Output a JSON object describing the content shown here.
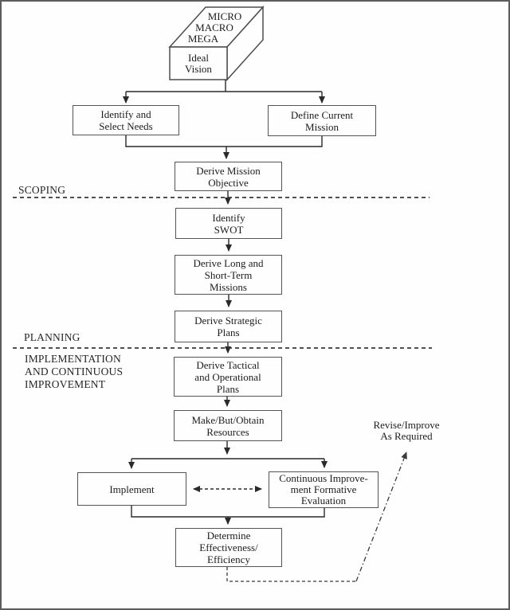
{
  "cube": {
    "top_labels": [
      "MICRO",
      "MACRO",
      "MEGA"
    ],
    "front_labels": [
      "Ideal",
      "Vision"
    ]
  },
  "sections": {
    "scoping": "SCOPING",
    "planning": "PLANNING",
    "implementation_lines": [
      "IMPLEMENTATION",
      "AND CONTINUOUS",
      "IMPROVEMENT"
    ]
  },
  "boxes": {
    "identify_needs": {
      "lines": [
        "Identify and",
        "Select Needs"
      ]
    },
    "define_mission": {
      "lines": [
        "Define Current",
        "Mission"
      ]
    },
    "derive_mission_objective": {
      "lines": [
        "Derive Mission",
        "Objective"
      ]
    },
    "identify_swot": {
      "lines": [
        "Identify",
        "SWOT"
      ]
    },
    "derive_missions": {
      "lines": [
        "Derive Long and",
        "Short-Term",
        "Missions"
      ]
    },
    "derive_strategic": {
      "lines": [
        "Derive Strategic",
        "Plans"
      ]
    },
    "derive_tactical": {
      "lines": [
        "Derive Tactical",
        "and Operational",
        "Plans"
      ]
    },
    "make_buy": {
      "lines": [
        "Make/But/Obtain",
        "Resources"
      ]
    },
    "implement": {
      "lines": [
        "Implement"
      ]
    },
    "ci_eval": {
      "lines": [
        "Continuous Improve-",
        "ment Formative",
        "Evaluation"
      ]
    },
    "determine": {
      "lines": [
        "Determine",
        "Effectiveness/",
        "Efficiency"
      ]
    }
  },
  "annotation": {
    "lines": [
      "Revise/Improve",
      "As Required"
    ]
  },
  "colors": {
    "line": "#2a2a2a",
    "box_border": "#545454",
    "divider": "#383838",
    "background": "#fefefe"
  }
}
